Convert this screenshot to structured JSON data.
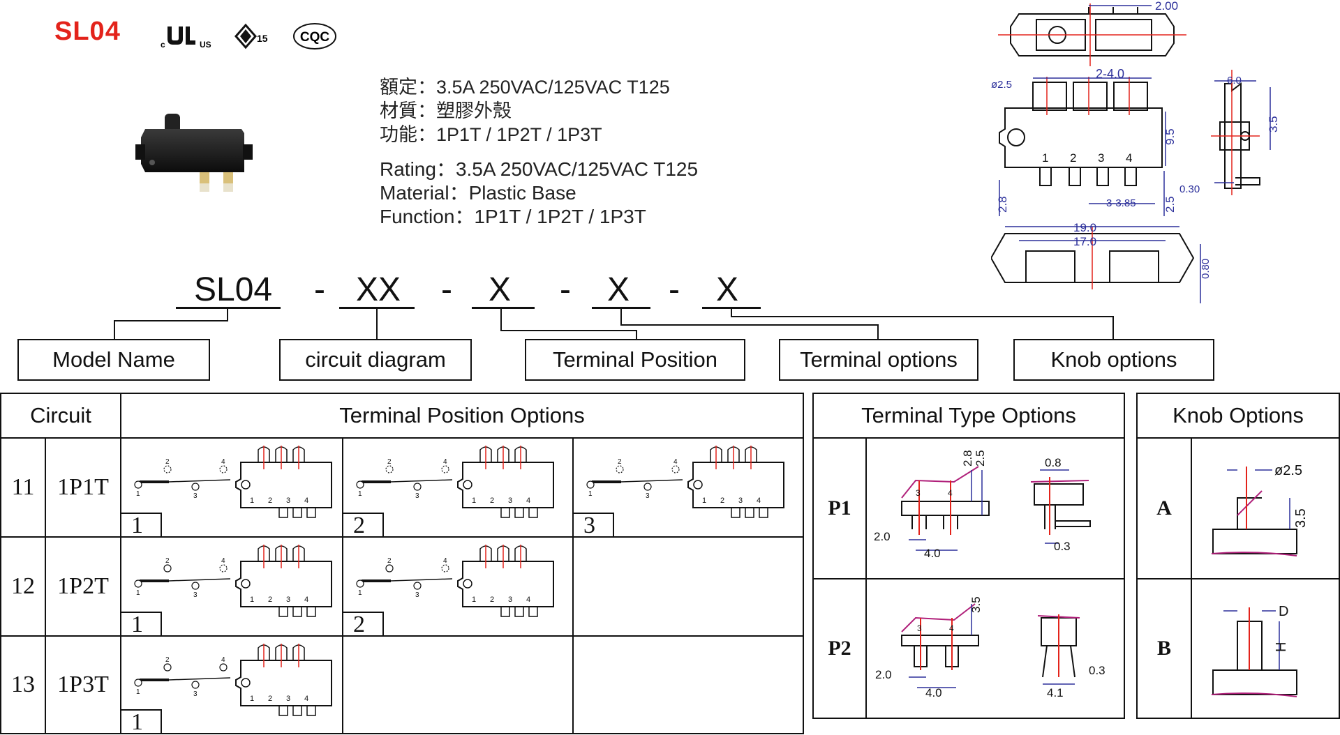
{
  "title": "SL04",
  "certifications": [
    "c",
    "US",
    "15",
    "CQC"
  ],
  "specs_cn": [
    "額定：3.5A 250VAC/125VAC T125",
    "材質：塑膠外殼",
    "功能：1P1T / 1P2T / 1P3T"
  ],
  "specs_en": [
    "Rating：3.5A 250VAC/125VAC T125",
    "Material：Plastic Base",
    "Function：1P1T / 1P2T / 1P3T"
  ],
  "part_code": {
    "model": "SL04",
    "separator": "-",
    "circuit": "XX",
    "terminal_position": "X",
    "terminal_option": "X",
    "knob_option": "X"
  },
  "code_boxes": [
    "Model Name",
    "circuit diagram",
    "Terminal Position",
    "Terminal options",
    "Knob  options"
  ],
  "dimensions": {
    "top": "2.00",
    "pin_dia": "ø2.5",
    "pitch": "2-4.0",
    "width": "6.0",
    "knob_h": "3.5",
    "height": "9.5",
    "thick": "0.30",
    "pin_len_l": "2.8",
    "pin_len_r": "2.5",
    "pin_pitch": "3-3.85",
    "pins": [
      "1",
      "2",
      "3",
      "4"
    ],
    "len_outer": "19.0",
    "len_inner": "17.0",
    "base_h": "0.80"
  },
  "circuit_table": {
    "header_circuit": "Circuit",
    "header_positions": "Terminal Position Options",
    "rows": [
      {
        "code": "11",
        "name": "1P1T",
        "options": [
          "1",
          "2",
          "3"
        ]
      },
      {
        "code": "12",
        "name": "1P2T",
        "options": [
          "1",
          "2"
        ]
      },
      {
        "code": "13",
        "name": "1P3T",
        "options": [
          "1"
        ]
      }
    ],
    "pin_labels": [
      "1",
      "2",
      "3",
      "4"
    ]
  },
  "terminal_table": {
    "header": "Terminal Type Options",
    "rows": [
      {
        "code": "P1",
        "labels": [
          "2.8",
          "2.5",
          "2.0",
          "4.0",
          "0.8",
          "0.3",
          "3",
          "4"
        ]
      },
      {
        "code": "P2",
        "labels": [
          "3.5",
          "2.0",
          "4.0",
          "4.1",
          "0.3",
          "3",
          "4"
        ]
      }
    ]
  },
  "knob_table": {
    "header": "Knob Options",
    "rows": [
      {
        "code": "A",
        "labels": [
          "ø2.5",
          "3.5"
        ]
      },
      {
        "code": "B",
        "labels": [
          "D",
          "H"
        ]
      }
    ]
  },
  "colors": {
    "title": "#e3231b",
    "accent_red": "#e3231b",
    "accent_blue": "#2b2f9a",
    "accent_magenta": "#b0207a"
  }
}
